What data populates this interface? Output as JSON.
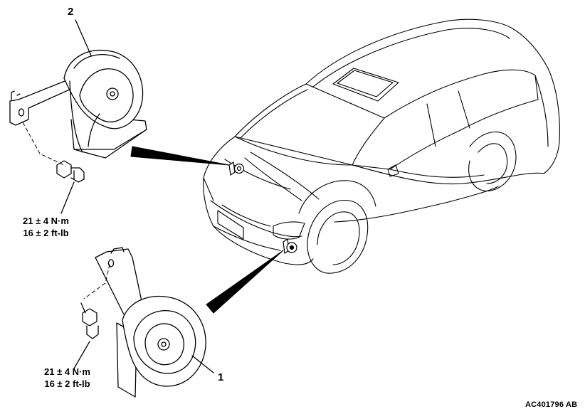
{
  "callouts": {
    "horn_upper": "2",
    "horn_lower": "1"
  },
  "torque_upper": {
    "nm": "21 ± 4 N·m",
    "ftlb": "16 ± 2 ft-lb"
  },
  "torque_lower": {
    "nm": "21 ± 4 N·m",
    "ftlb": "16 ± 2 ft-lb"
  },
  "figure_code": "AC401796 AB",
  "icons": [
    "horn-icon",
    "bolt-icon",
    "car-outline-icon",
    "bracket-icon",
    "pointer-arrow-icon"
  ]
}
